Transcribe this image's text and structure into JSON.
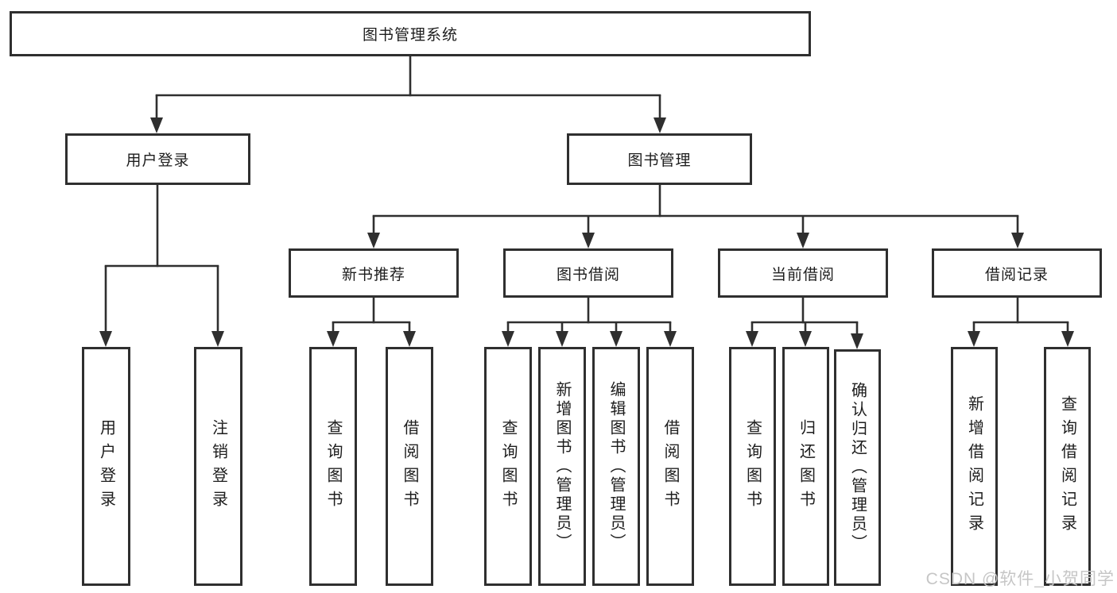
{
  "nodes": [
    {
      "id": "root",
      "label": "图书管理系统"
    },
    {
      "id": "user-login-branch",
      "label": "用户登录"
    },
    {
      "id": "book-management",
      "label": "图书管理"
    },
    {
      "id": "new-book-recommend",
      "label": "新书推荐"
    },
    {
      "id": "book-borrow",
      "label": "图书借阅"
    },
    {
      "id": "current-borrow",
      "label": "当前借阅"
    },
    {
      "id": "borrow-records",
      "label": "借阅记录"
    },
    {
      "id": "user-login",
      "label": "用户登录"
    },
    {
      "id": "logout",
      "label": "注销登录"
    },
    {
      "id": "query-books-recommend",
      "label": "查询图书"
    },
    {
      "id": "borrow-books-recommend",
      "label": "借阅图书"
    },
    {
      "id": "query-books-borrow",
      "label": "查询图书"
    },
    {
      "id": "add-books-admin",
      "label": "新增图书（管理员）"
    },
    {
      "id": "edit-books-admin",
      "label": "编辑图书（管理员）"
    },
    {
      "id": "borrow-books-borrow",
      "label": "借阅图书"
    },
    {
      "id": "query-books-current",
      "label": "查询图书"
    },
    {
      "id": "return-books",
      "label": "归还图书"
    },
    {
      "id": "confirm-return-admin",
      "label": "确认归还（管理员）"
    },
    {
      "id": "add-borrow-record",
      "label": "新增借阅记录"
    },
    {
      "id": "query-borrow-record",
      "label": "查询借阅记录"
    }
  ],
  "watermark": "CSDN @软件_小贺同学",
  "colors": {
    "line": "#2f2f2f",
    "border": "#2f2f2f",
    "text": "#1d1d1d",
    "background": "#ffffff",
    "watermark": "#c6c6c6"
  }
}
